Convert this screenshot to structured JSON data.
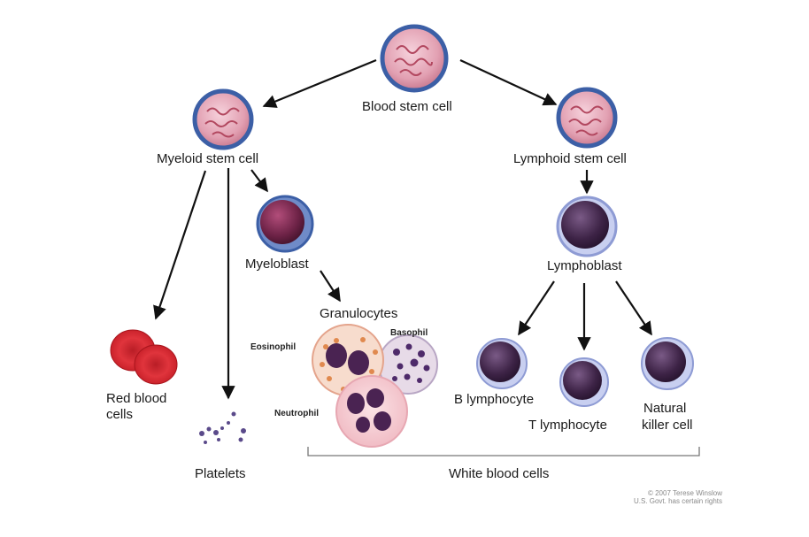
{
  "diagram": {
    "labels": {
      "blood_stem_cell": "Blood stem cell",
      "myeloid_stem_cell": "Myeloid stem cell",
      "lymphoid_stem_cell": "Lymphoid stem cell",
      "myeloblast": "Myeloblast",
      "lymphoblast": "Lymphoblast",
      "granulocytes": "Granulocytes",
      "eosinophil": "Eosinophil",
      "basophil": "Basophil",
      "neutrophil": "Neutrophil",
      "red_blood_cells_1": "Red blood",
      "red_blood_cells_2": "cells",
      "platelets": "Platelets",
      "b_lymphocyte": "B lymphocyte",
      "t_lymphocyte": "T lymphocyte",
      "natural_killer_1": "Natural",
      "natural_killer_2": "killer cell",
      "white_blood_cells": "White blood cells"
    },
    "credit": {
      "line1": "© 2007 Terese Winslow",
      "line2": "U.S. Govt. has certain rights"
    },
    "colors": {
      "stem_fill": "#e4a6b6",
      "stem_ring": "#3c5fa6",
      "blast_fill": "#7b2a52",
      "lymph_fill": "#4a2a52",
      "lymph_ring": "#8e9bd4",
      "rbc_fill": "#d8272e",
      "arrow": "#111111"
    }
  }
}
